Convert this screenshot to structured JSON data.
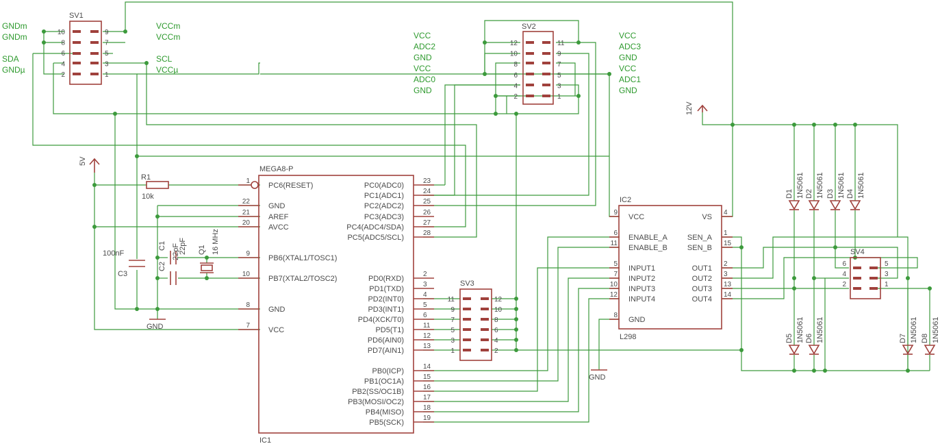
{
  "ic1": {
    "name": "MEGA8-P",
    "ref": "IC1",
    "left_pins": [
      {
        "num": "1",
        "label": "PC6(RESET)"
      },
      {
        "num": "22",
        "label": "GND"
      },
      {
        "num": "21",
        "label": "AREF"
      },
      {
        "num": "20",
        "label": "AVCC"
      },
      {
        "num": "9",
        "label": "PB6(XTAL1/TOSC1)"
      },
      {
        "num": "10",
        "label": "PB7(XTAL2/TOSC2)"
      },
      {
        "num": "8",
        "label": "GND"
      },
      {
        "num": "7",
        "label": "VCC"
      }
    ],
    "right_pins": [
      {
        "num": "23",
        "label": "PC0(ADC0)"
      },
      {
        "num": "24",
        "label": "PC1(ADC1)"
      },
      {
        "num": "25",
        "label": "PC2(ADC2)"
      },
      {
        "num": "26",
        "label": "PC3(ADC3)"
      },
      {
        "num": "27",
        "label": "PC4(ADC4/SDA)"
      },
      {
        "num": "28",
        "label": "PC5(ADC5/SCL)"
      },
      {
        "num": "2",
        "label": "PD0(RXD)"
      },
      {
        "num": "3",
        "label": "PD1(TXD)"
      },
      {
        "num": "4",
        "label": "PD2(INT0)"
      },
      {
        "num": "5",
        "label": "PD3(INT1)"
      },
      {
        "num": "6",
        "label": "PD4(XCK/T0)"
      },
      {
        "num": "11",
        "label": "PD5(T1)"
      },
      {
        "num": "12",
        "label": "PD6(AIN0)"
      },
      {
        "num": "13",
        "label": "PD7(AIN1)"
      },
      {
        "num": "14",
        "label": "PB0(ICP)"
      },
      {
        "num": "15",
        "label": "PB1(OC1A)"
      },
      {
        "num": "16",
        "label": "PB2(SS/OC1B)"
      },
      {
        "num": "17",
        "label": "PB3(MOSI/OC2)"
      },
      {
        "num": "18",
        "label": "PB4(MISO)"
      },
      {
        "num": "19",
        "label": "PB5(SCK)"
      }
    ]
  },
  "ic2": {
    "ref": "IC2",
    "name": "L298",
    "left_pins": [
      {
        "num": "9",
        "label": "VCC"
      },
      {
        "num": "6",
        "label": "ENABLE_A"
      },
      {
        "num": "11",
        "label": "ENABLE_B"
      },
      {
        "num": "5",
        "label": "INPUT1"
      },
      {
        "num": "7",
        "label": "INPUT2"
      },
      {
        "num": "10",
        "label": "INPUT3"
      },
      {
        "num": "12",
        "label": "INPUT4"
      },
      {
        "num": "8",
        "label": "GND"
      }
    ],
    "right_pins": [
      {
        "num": "4",
        "label": "VS"
      },
      {
        "num": "1",
        "label": "SEN_A"
      },
      {
        "num": "15",
        "label": "SEN_B"
      },
      {
        "num": "2",
        "label": "OUT1"
      },
      {
        "num": "3",
        "label": "OUT2"
      },
      {
        "num": "13",
        "label": "OUT3"
      },
      {
        "num": "14",
        "label": "OUT4"
      }
    ]
  },
  "sv1": {
    "ref": "SV1",
    "left_nums": [
      "10",
      "8",
      "6",
      "4",
      "2"
    ],
    "right_nums": [
      "9",
      "7",
      "5",
      "3",
      "1"
    ],
    "left_labels": [
      "GNDm",
      "GNDm",
      "SDA",
      "GNDµ"
    ],
    "right_labels": [
      "VCCm",
      "VCCm",
      "SCL",
      "VCCµ"
    ]
  },
  "sv2": {
    "ref": "SV2",
    "left_nums": [
      "12",
      "10",
      "8",
      "6",
      "4",
      "2"
    ],
    "right_nums": [
      "11",
      "9",
      "7",
      "5",
      "3",
      "1"
    ],
    "left_labels": [
      "VCC",
      "ADC2",
      "GND",
      "VCC",
      "ADC0",
      "GND"
    ],
    "right_labels": [
      "VCC",
      "ADC3",
      "GND",
      "VCC",
      "ADC1",
      "GND"
    ]
  },
  "sv3": {
    "ref": "SV3",
    "left_nums": [
      "11",
      "9",
      "7",
      "5",
      "3",
      "1"
    ],
    "right_nums": [
      "12",
      "10",
      "8",
      "6",
      "4",
      "2"
    ]
  },
  "sv4": {
    "ref": "SV4",
    "left_nums": [
      "6",
      "4",
      "2"
    ],
    "right_nums": [
      "5",
      "3",
      "1"
    ]
  },
  "passives": {
    "r1_ref": "R1",
    "r1_val": "10k",
    "c1_ref": "C1",
    "c1_val": "22pF",
    "c2_ref": "C2",
    "c2_val": "22pF",
    "c3_ref": "C3",
    "c3_val": "100nF",
    "q1_ref": "Q1",
    "q1_val": "16 MHz"
  },
  "diodes": {
    "part": "1N5061",
    "refs": [
      "D1",
      "D2",
      "D3",
      "D4",
      "D5",
      "D6",
      "D7",
      "D8"
    ]
  },
  "supplies": {
    "v5": "5V",
    "v12": "12V",
    "gnd1": "GND",
    "gnd2": "GND"
  },
  "colors": {
    "wire": "#3c9a3c",
    "symbol": "#a0413c",
    "text": "#4a4a4a",
    "net_label": "#2e9a2e"
  }
}
